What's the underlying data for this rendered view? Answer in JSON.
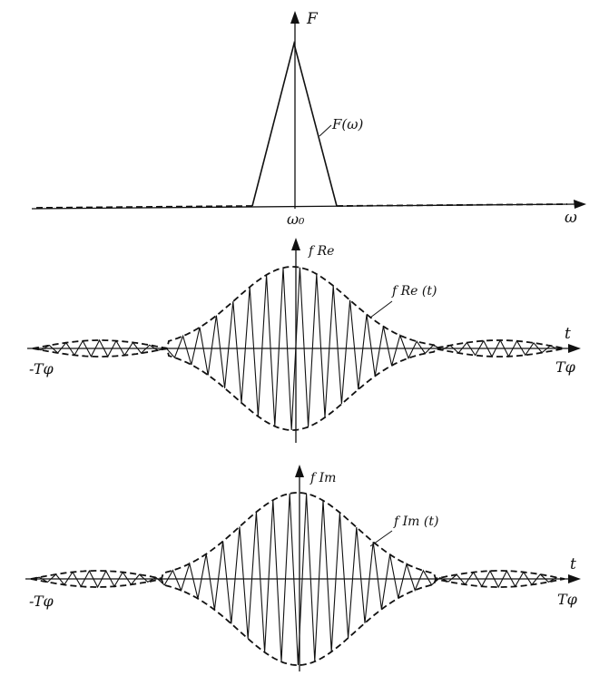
{
  "panels": {
    "spectrum": {
      "y_axis_label": "F",
      "curve_label": "F(ω)",
      "center_label": "ω₀",
      "x_axis_label": "ω"
    },
    "real": {
      "y_axis_label": "f Re",
      "curve_label": "f Re (t)",
      "x_axis_label": "t",
      "left_label": "-Tφ",
      "right_label": "Tφ"
    },
    "imag": {
      "y_axis_label": "f Im",
      "curve_label": "f Im (t)",
      "x_axis_label": "t",
      "left_label": "-Tφ",
      "right_label": "Tφ"
    }
  }
}
